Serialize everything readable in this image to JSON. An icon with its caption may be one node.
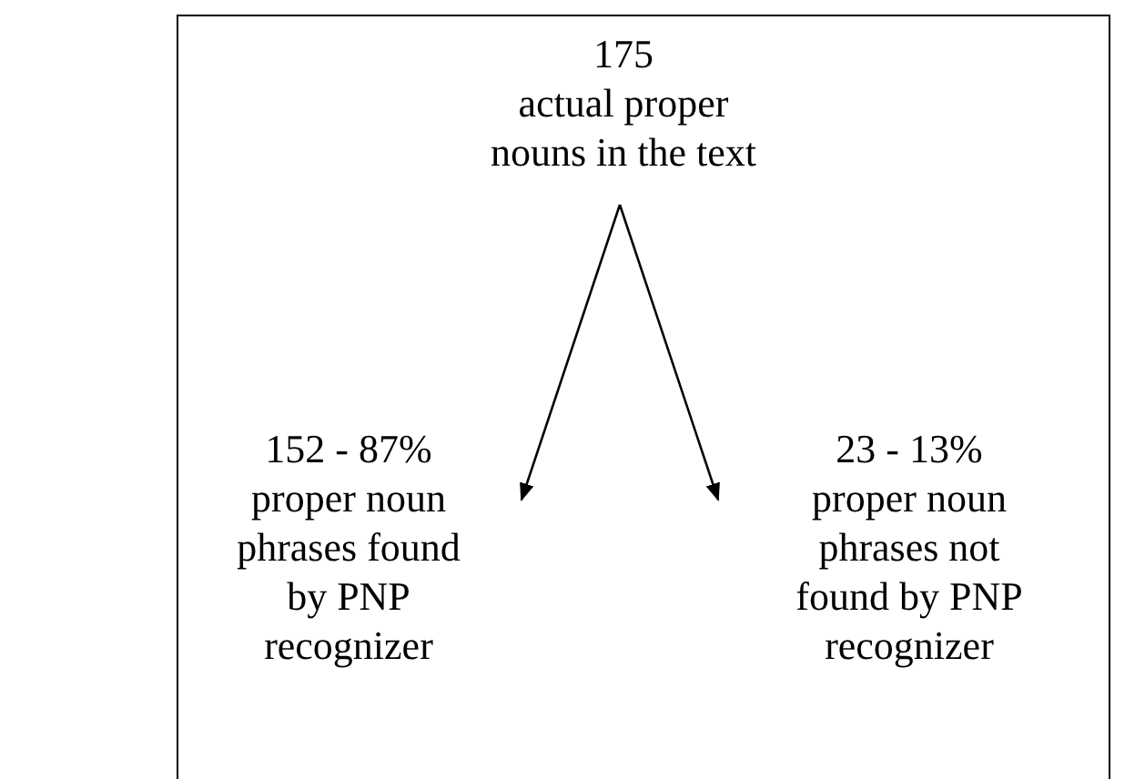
{
  "diagram": {
    "nodes": [
      {
        "text": [],
        "shape": "box"
      },
      {
        "text": [
          "175",
          "actual proper nouns in the text"
        ],
        "in": 0
      },
      {
        "text": [
          "152 - 87%",
          "proper noun phrases found by PNP recognizer"
        ],
        "in": 0
      },
      {
        "text": [
          "23 - 13%",
          "proper noun phrases not found by PNP recognizer"
        ],
        "in": 0
      }
    ],
    "edges": [
      {
        "from": 1,
        "to": 2,
        "arrow": "to"
      },
      {
        "from": 1,
        "to": 3,
        "arrow": "to"
      }
    ]
  }
}
